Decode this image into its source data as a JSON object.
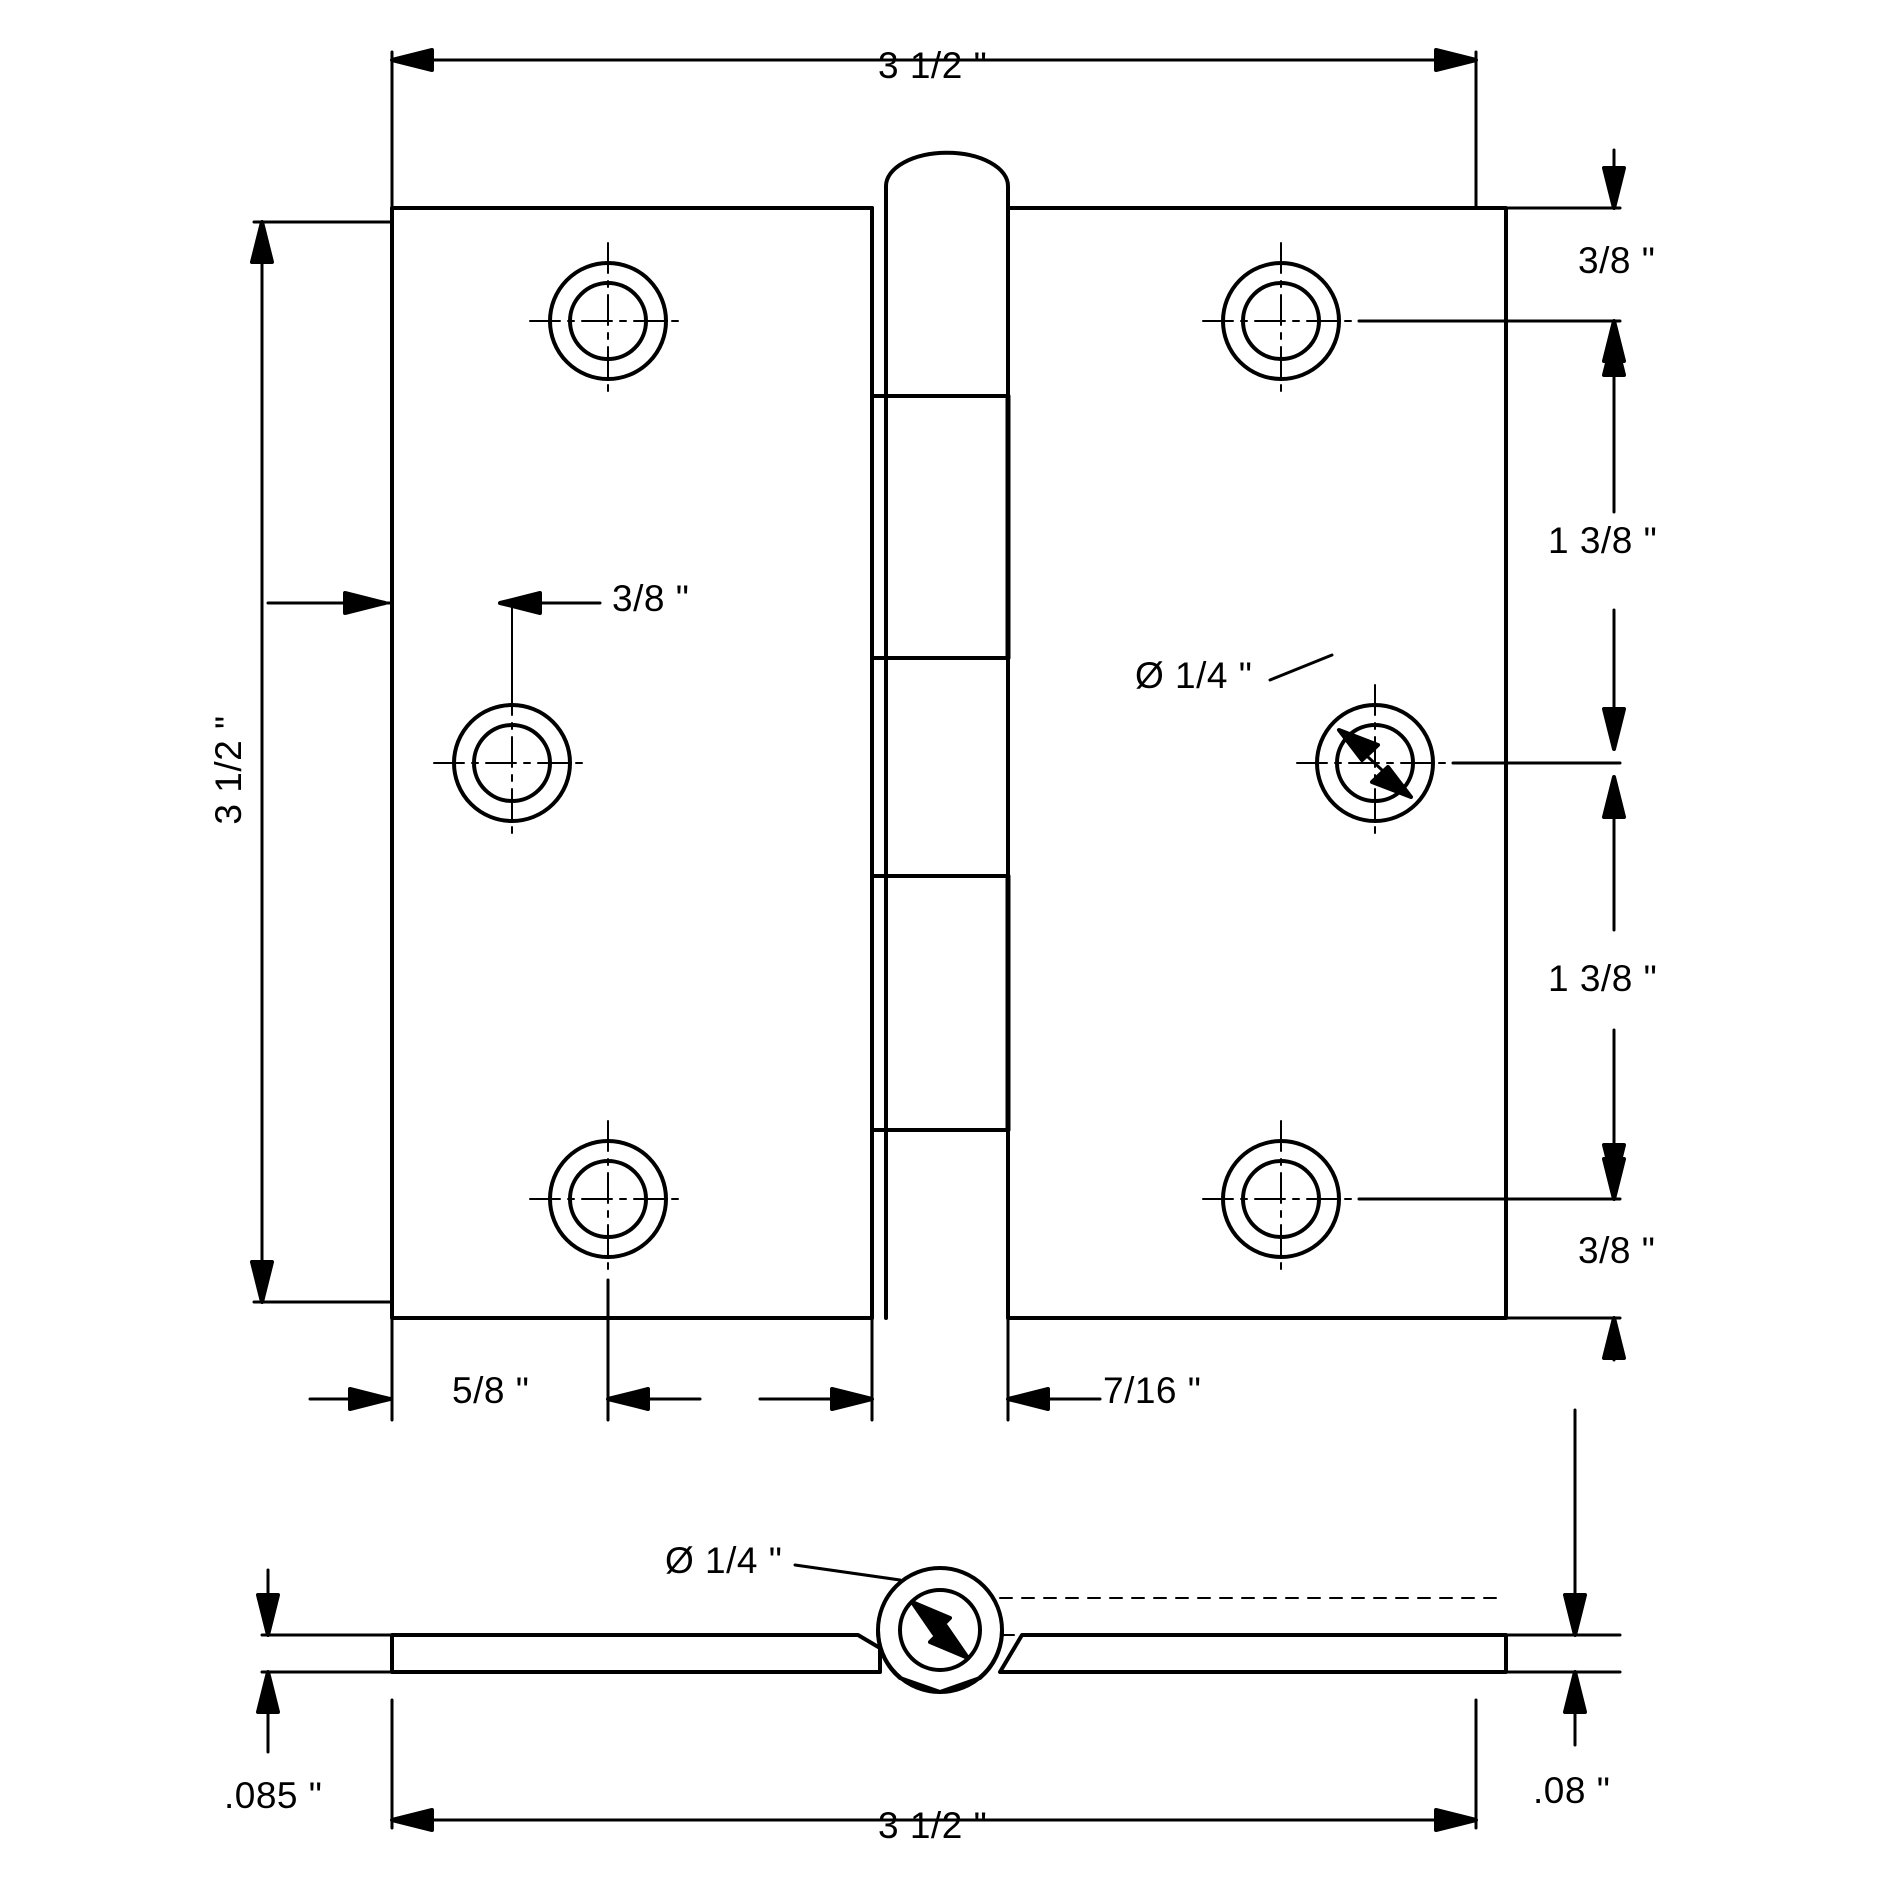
{
  "drawing": {
    "title": "Butt hinge engineering drawing",
    "views": [
      {
        "name": "front-view",
        "label": ""
      },
      {
        "name": "edge-view",
        "label": ""
      }
    ],
    "line_color": "#000000",
    "background_color": "#ffffff"
  },
  "dimensions": {
    "top_width": "3 1/2 \"",
    "left_height": "3 1/2 \"",
    "right_top_edge": "3/8 \"",
    "right_upper_span": "1 3/8 \"",
    "right_lower_span": "1 3/8 \"",
    "right_bottom_edge": "3/8 \"",
    "leaf_hole_offset": "3/8 \"",
    "bottom_left_offset": "5/8 \"",
    "bottom_knuckle_offset": "7/16 \"",
    "hole_diameter_front": "Ø 1/4 \"",
    "hole_diameter_edge": "Ø 1/4 \"",
    "edge_thickness_left": ".085 \"",
    "edge_thickness_right": ".08 \"",
    "edge_overall_width": "3 1/2 \""
  }
}
